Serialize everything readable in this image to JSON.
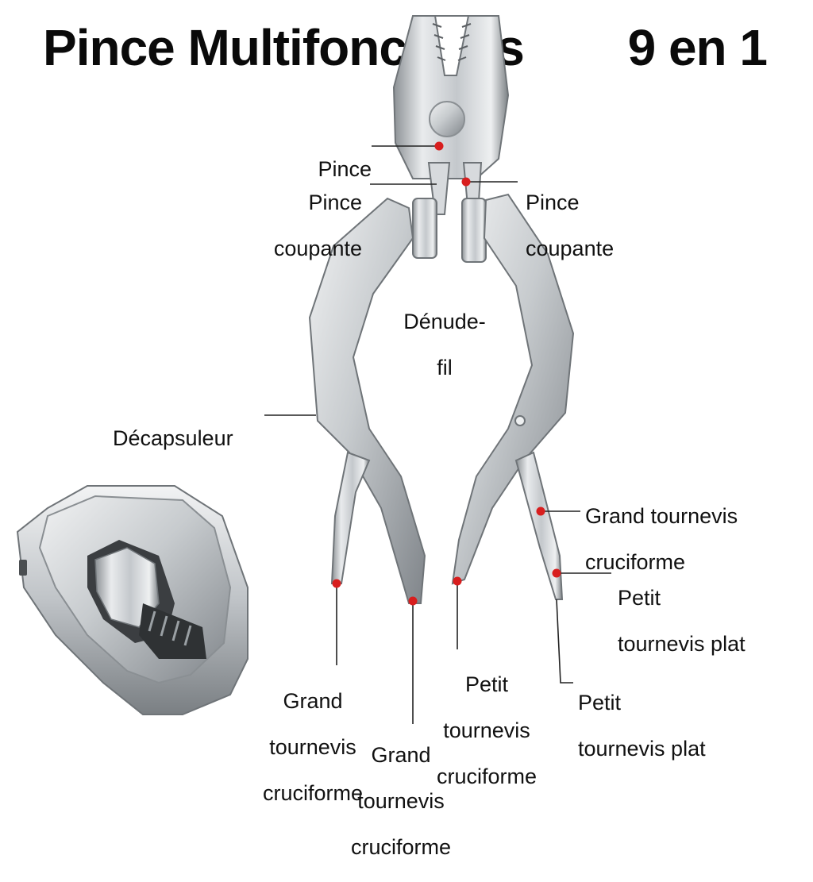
{
  "title": "Pince Multifonctions",
  "count_label": "9 en 1",
  "colors": {
    "marker": "#d81e1e",
    "steel_light": "#e4e6e8",
    "steel_mid": "#b9bdc1",
    "steel_dark": "#6f7478"
  },
  "labels": {
    "pince": [
      "Pince"
    ],
    "pince_coupante_left": [
      "Pince",
      "coupante"
    ],
    "pince_coupante_right": [
      "Pince",
      "coupante"
    ],
    "denude_fil": [
      "Dénude-",
      "fil"
    ],
    "decapsuleur": [
      "Décapsuleur"
    ],
    "grand_tournevis_right": [
      "Grand tournevis",
      "cruciforme"
    ],
    "petit_plat_right": [
      "Petit",
      "tournevis plat"
    ],
    "grand_tournevis_1": [
      "Grand",
      "tournevis",
      "cruciforme"
    ],
    "grand_tournevis_2": [
      "Grand",
      "tournevis",
      "cruciforme"
    ],
    "petit_cruciforme": [
      "Petit",
      "tournevis",
      "cruciforme"
    ],
    "petit_plat_bottom": [
      "Petit",
      "tournevis plat"
    ]
  }
}
